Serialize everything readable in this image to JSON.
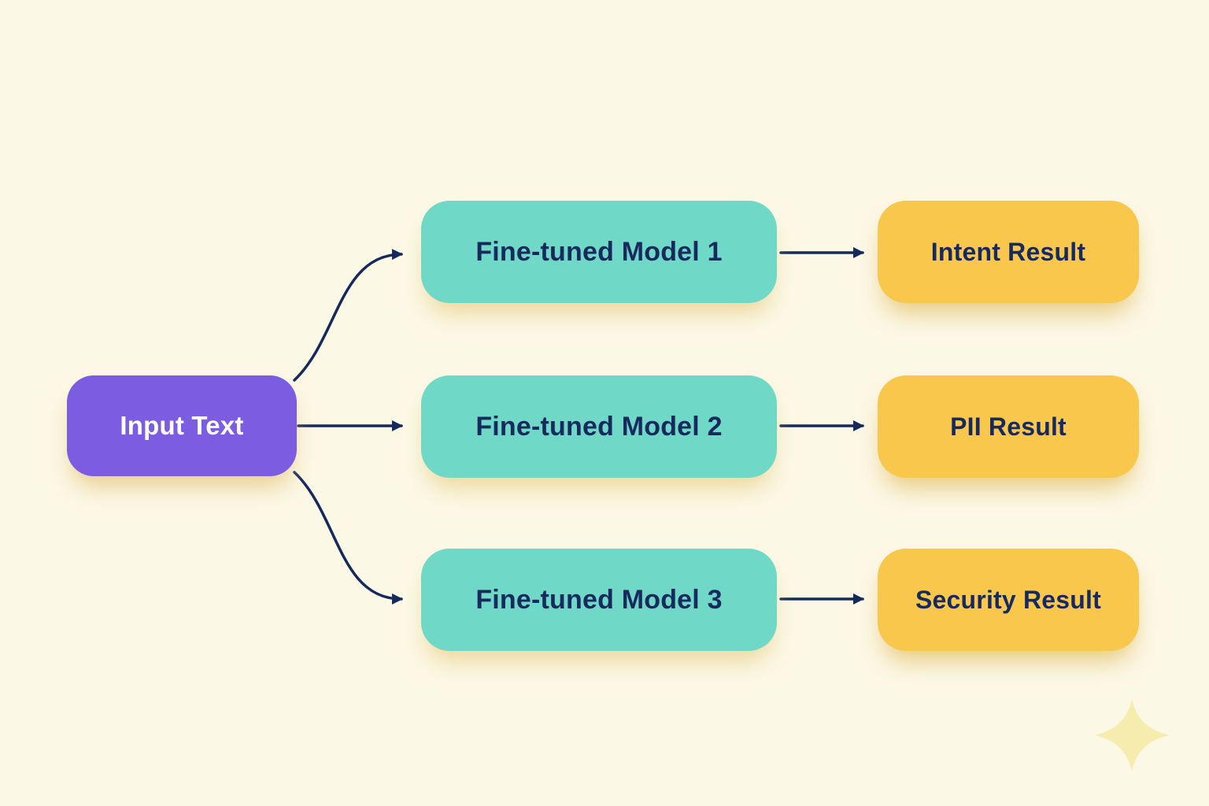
{
  "diagram": {
    "input_node": {
      "label": "Input Text"
    },
    "model_nodes": [
      {
        "label": "Fine-tuned Model 1"
      },
      {
        "label": "Fine-tuned Model 2"
      },
      {
        "label": "Fine-tuned Model 3"
      }
    ],
    "result_nodes": [
      {
        "label": "Intent Result"
      },
      {
        "label": "PII Result"
      },
      {
        "label": "Security Result"
      }
    ],
    "connections": [
      "Input Text -> Fine-tuned Model 1",
      "Input Text -> Fine-tuned Model 2",
      "Input Text -> Fine-tuned Model 3",
      "Fine-tuned Model 1 -> Intent Result",
      "Fine-tuned Model 2 -> PII Result",
      "Fine-tuned Model 3 -> Security Result"
    ]
  },
  "colors": {
    "background": "#FCF8E6",
    "input_fill": "#7C5CE1",
    "input_text": "#FFFFFF",
    "model_fill": "#6FD8C6",
    "result_fill": "#F8C74B",
    "node_text": "#172A5E",
    "arrow": "#14295C",
    "sparkle": "#F6ECAE"
  }
}
